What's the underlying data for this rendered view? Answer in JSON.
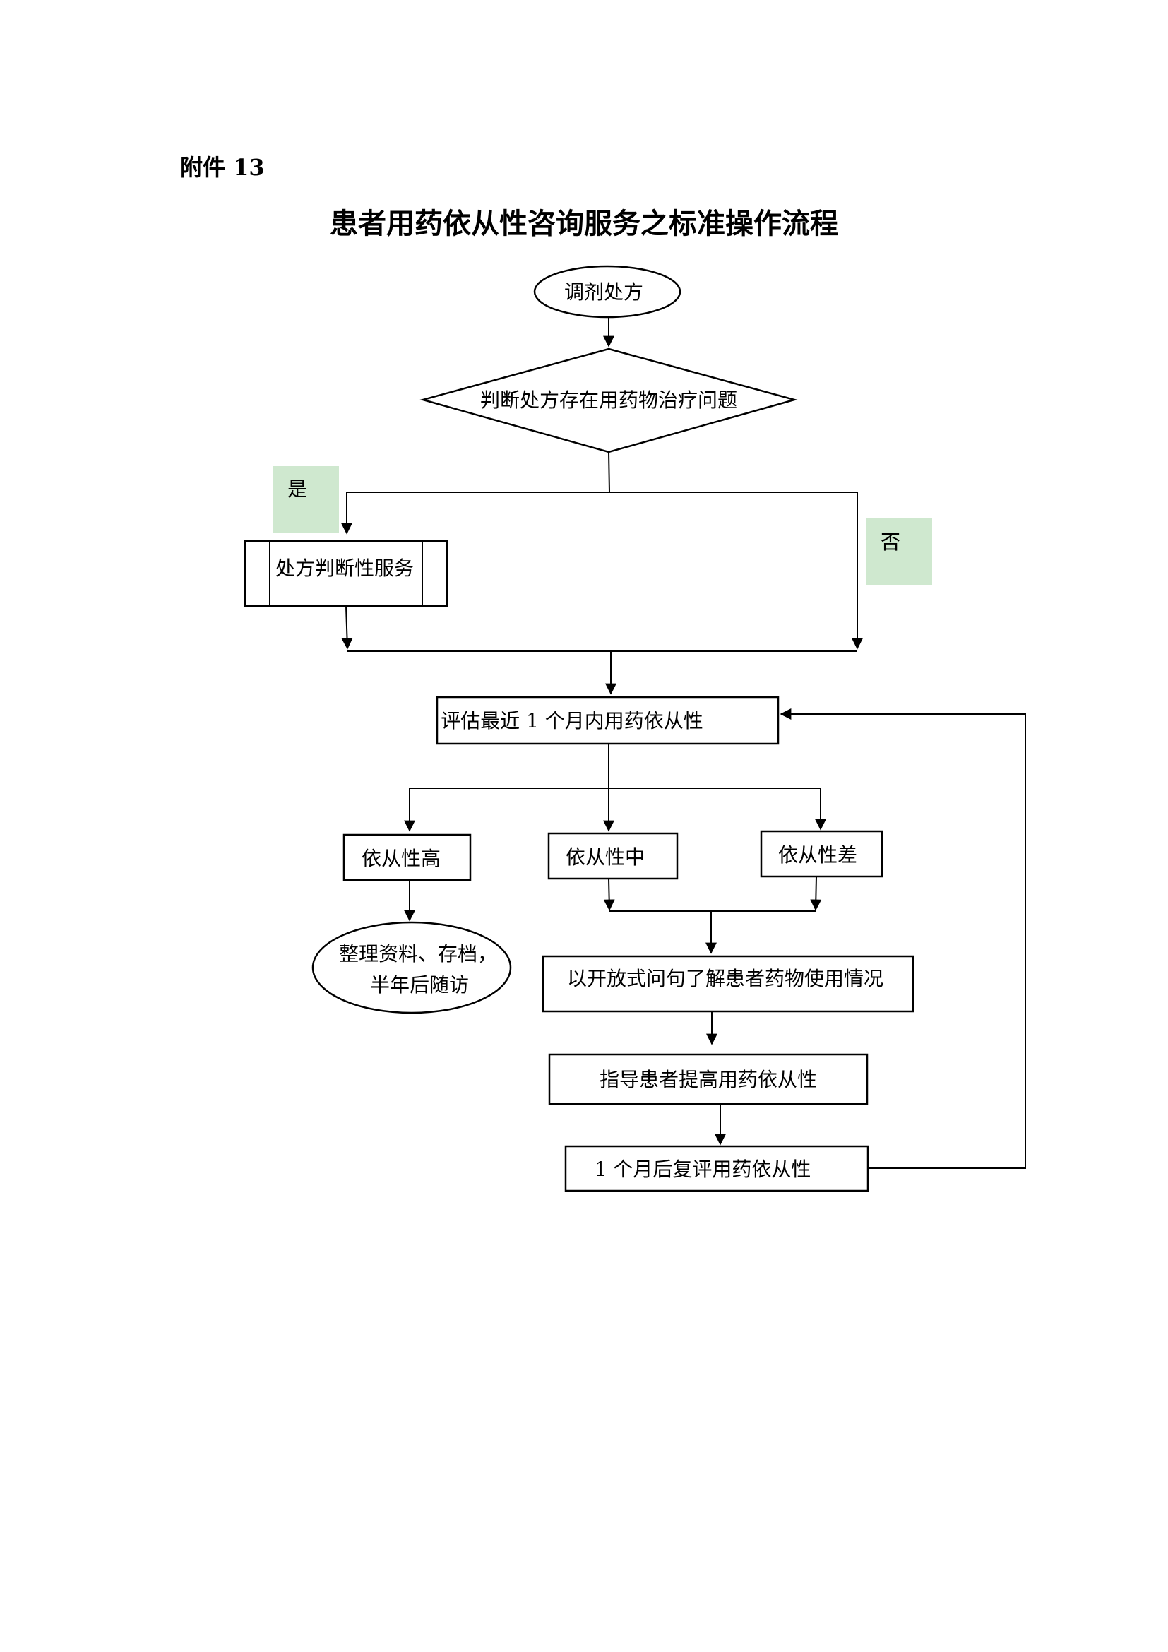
{
  "header": {
    "attachment": "附件 13",
    "title": "患者用药依从性咨询服务之标准操作流程"
  },
  "flow": {
    "start": "调剂处方",
    "decision": "判断处方存在用药物治疗问题",
    "yes_label": "是",
    "no_label": "否",
    "judgement_service": "处方判断性服务",
    "assess": "评估最近 1 个月内用药依从性",
    "adherence_high": "依从性高",
    "adherence_mid": "依从性中",
    "adherence_low": "依从性差",
    "archive_line1": "整理资料、存档，",
    "archive_line2": "半年后随访",
    "open_question": "以开放式问句了解患者药物使用情况",
    "guide": "指导患者提高用药依从性",
    "reassess": "1 个月后复评用药依从性"
  },
  "colors": {
    "label_bg": "#cfe8cf",
    "line": "#000000"
  }
}
